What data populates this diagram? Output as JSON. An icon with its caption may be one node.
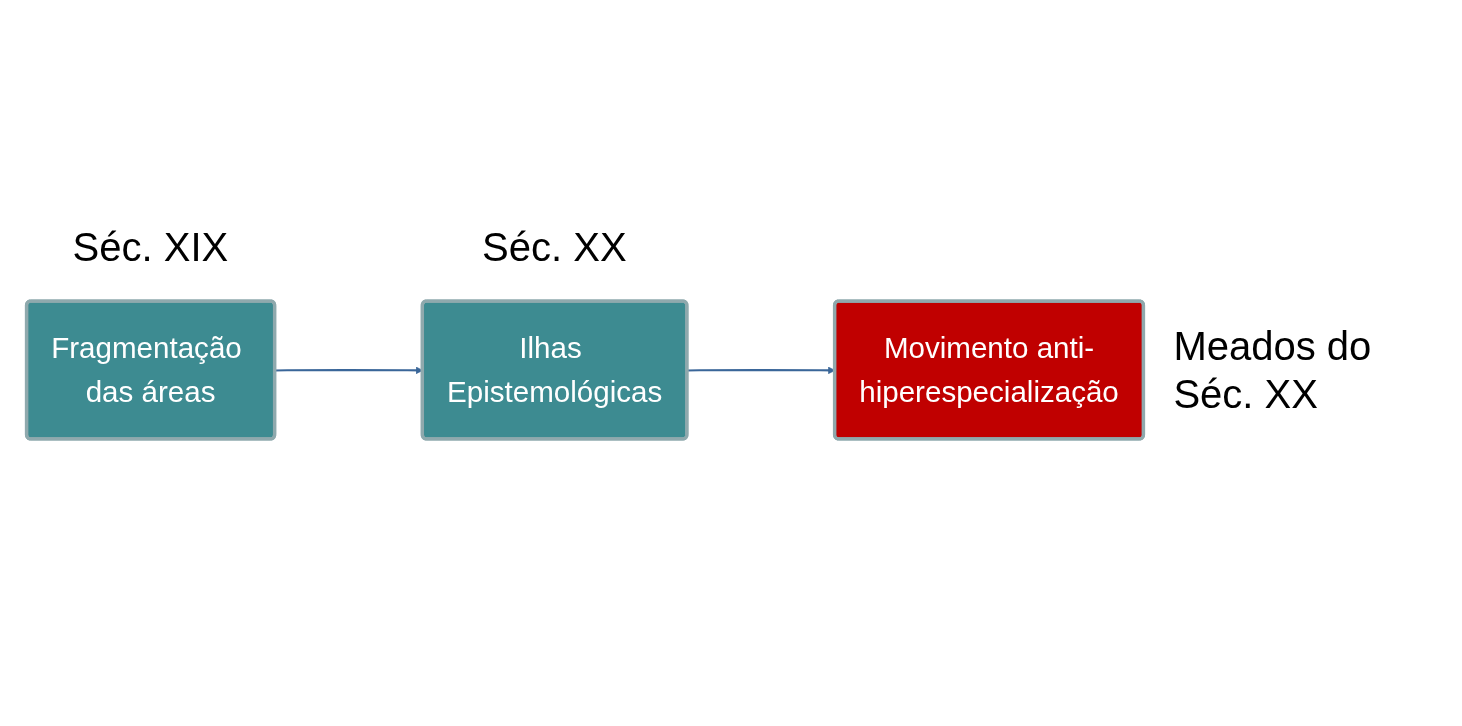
{
  "diagram": {
    "nodes": [
      {
        "text": [
          "Fragmentação das áreas"
        ],
        "beside": [
          "Séc. XIX"
        ]
      },
      {
        "text": [
          "Ilhas Epistemológicas"
        ],
        "beside": [
          "Séc. XX"
        ]
      },
      {
        "text": [
          "Movimento anti-hiperespecialização"
        ],
        "beside": [
          "Meados do Séc. XX"
        ]
      }
    ],
    "edges": [
      {
        "from": 0,
        "to": 1,
        "arrow": "to"
      },
      {
        "from": 1,
        "to": 2,
        "arrow": "to"
      }
    ]
  }
}
